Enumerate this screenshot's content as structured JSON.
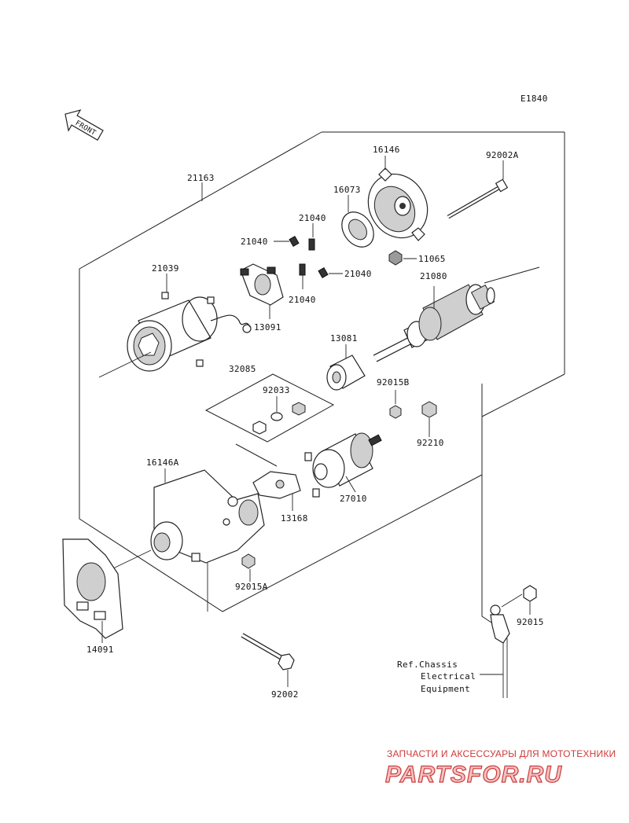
{
  "diagram_code": "E1840",
  "front_label": "FRONT",
  "parts": {
    "p21163": "21163",
    "p16146": "16146",
    "p92002A": "92002A",
    "p16073": "16073",
    "p21040a": "21040",
    "p21040b": "21040",
    "p21040c": "21040",
    "p21040d": "21040",
    "p11065": "11065",
    "p21039": "21039",
    "p13091": "13091",
    "p21080": "21080",
    "p13081": "13081",
    "p32085": "32085",
    "p92033": "92033",
    "p92015B": "92015B",
    "p92210": "92210",
    "p16146A": "16146A",
    "p27010": "27010",
    "p13168": "13168",
    "p92015A": "92015A",
    "p92015": "92015",
    "p14091": "14091",
    "p92002": "92002"
  },
  "reference": {
    "line1": "Ref.Chassis",
    "line2": "Electrical",
    "line3": "Equipment"
  },
  "watermark": {
    "caption": "ЗАПЧАСТИ И АКСЕССУАРЫ ДЛЯ МОТОТЕХНИКИ",
    "logo": "PARTSFOR.RU"
  },
  "colors": {
    "line": "#222222",
    "watermark_red": "#cc3a3a"
  }
}
